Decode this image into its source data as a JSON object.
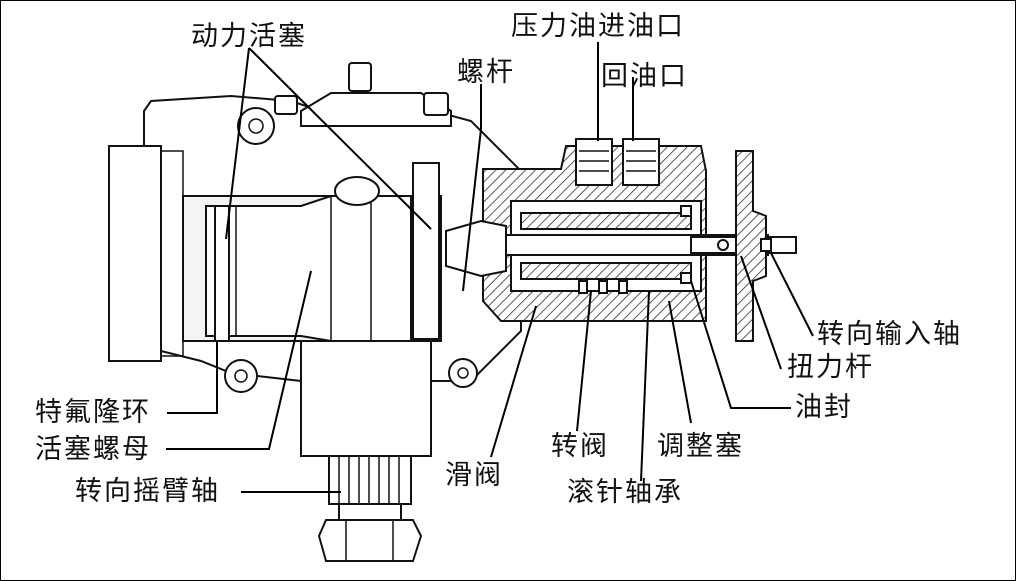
{
  "labels": {
    "power_piston": "动力活塞",
    "screw": "螺杆",
    "pressure_inlet": "压力油进油口",
    "return_port": "回油口",
    "teflon_ring": "特氟隆环",
    "piston_nut": "活塞螺母",
    "pitman_shaft": "转向摇臂轴",
    "spool_valve": "滑阀",
    "rotary_valve": "转阀",
    "adjust_plug": "调整塞",
    "needle_bearing": "滚针轴承",
    "oil_seal": "油封",
    "torsion_bar": "扭力杆",
    "input_shaft": "转向输入轴"
  }
}
